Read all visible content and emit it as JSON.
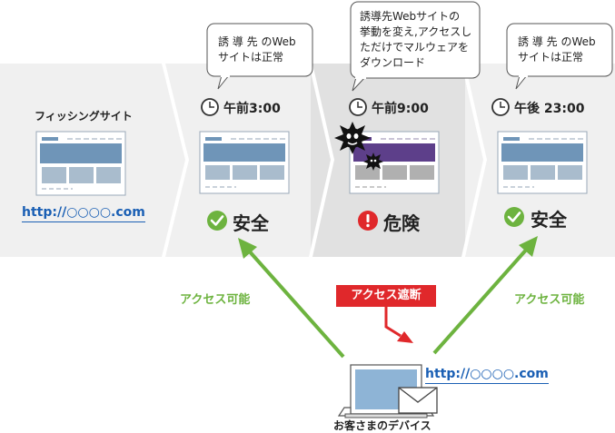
{
  "phishing_site": {
    "title": "フィッシングサイト",
    "url": "http://○○○○.com"
  },
  "panels": [
    {
      "time": "午前3:00",
      "status": "安全",
      "bubble": "誘 導 先 のWeb\nサイトは正常"
    },
    {
      "time": "午前9:00",
      "status": "危険",
      "bubble": "誘導先Webサイトの\n挙動を変え,アクセスし\nただけでマルウェアを\nダウンロード"
    },
    {
      "time": "午後 23:00",
      "status": "安全",
      "bubble": "誘 導 先 のWeb\nサイトは正常"
    }
  ],
  "access_left": "アクセス可能",
  "access_right": "アクセス可能",
  "access_blocked": "アクセス遮断",
  "device": {
    "label": "お客さまのデバイス",
    "url": "http://○○○○.com"
  },
  "colors": {
    "safe": "#6db33f",
    "danger": "#e0282b",
    "link": "#1a5fb4",
    "band": "#f0f0f0",
    "danger_band": "#e1e1e1",
    "malware_header": "#5d3f8a"
  },
  "icons": [
    "clock-icon",
    "check-circle-icon",
    "exclamation-circle-icon",
    "virus-icon",
    "laptop-icon",
    "envelope-icon"
  ]
}
